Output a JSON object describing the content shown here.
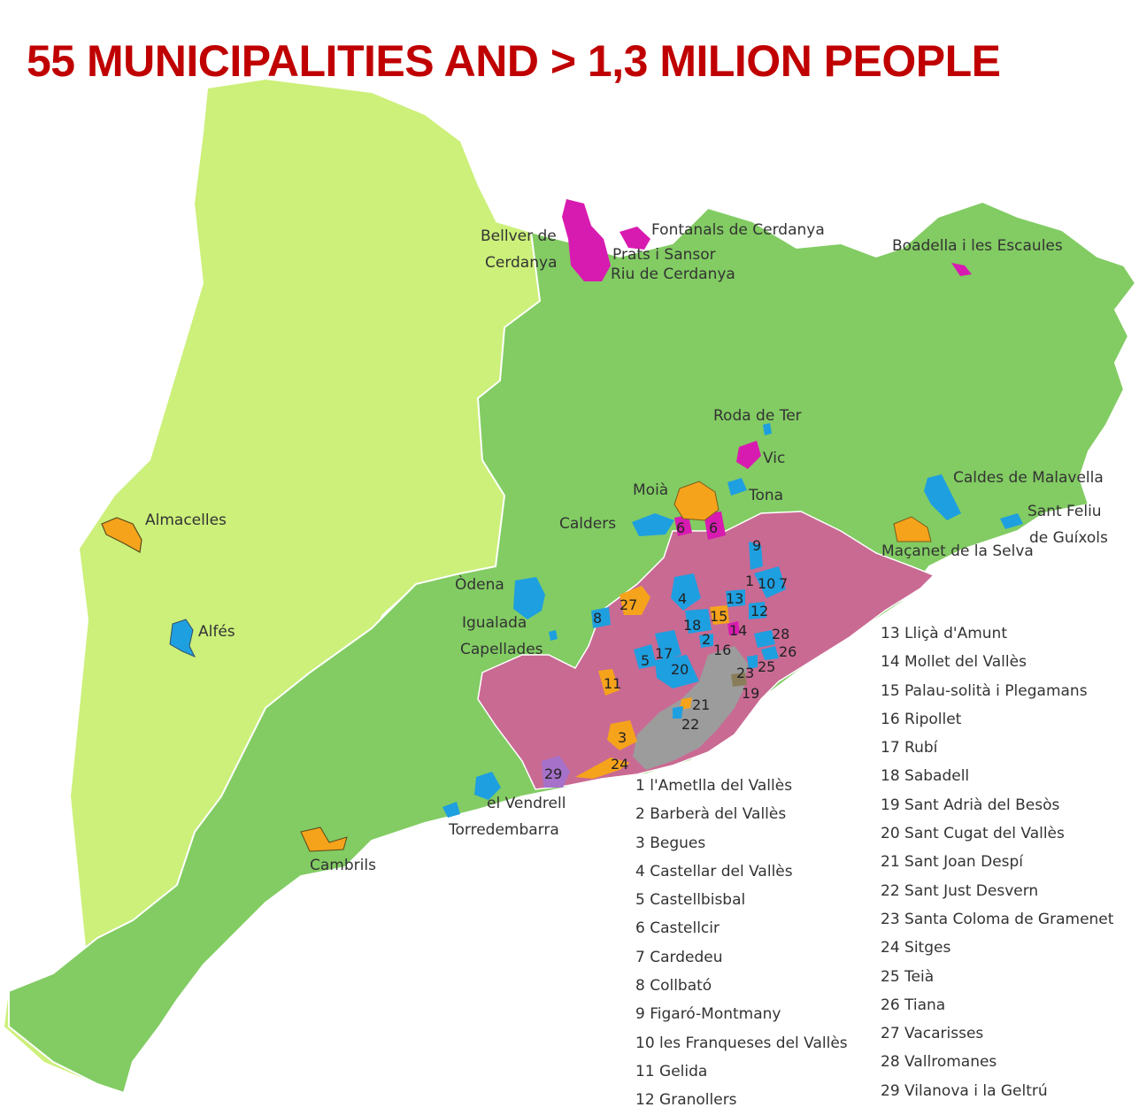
{
  "title": "55 MUNICIPALITIES AND > 1,3 MILION PEOPLE",
  "colors": {
    "title": "#c00000",
    "western_region": "#ccf07a",
    "eastern_region": "#82cc63",
    "metropolitan_area": "#c96a93",
    "barcelona_core": "#9c9c9c",
    "municipality_blue": "#1e9fe0",
    "municipality_orange": "#f6a31c",
    "municipality_magenta": "#d81bb0",
    "municipality_purple": "#a671c9",
    "municipality_brown": "#8a7d5a"
  },
  "places": {
    "bellver_1": "Bellver de",
    "bellver_2": "Cerdanya",
    "fontanals": "Fontanals de Cerdanya",
    "prats": "Prats i Sansor",
    "riu": "Riu de Cerdanya",
    "boadella": "Boadella i les Escaules",
    "roda": "Roda de Ter",
    "vic": "Vic",
    "tona": "Tona",
    "moia": "Moià",
    "calders": "Calders",
    "caldes": "Caldes de Malavella",
    "sant_feliu_1": "Sant Feliu",
    "sant_feliu_2": "de Guíxols",
    "macanet": "Maçanet de la Selva",
    "almacelles": "Almacelles",
    "alfes": "Alfés",
    "odena": "Òdena",
    "igualada": "Igualada",
    "capellades": "Capellades",
    "vendrell": "el Vendrell",
    "torredembarra": "Torredembarra",
    "cambrils": "Cambrils"
  },
  "map_numbers": {
    "n6a": "6",
    "n6b": "6",
    "n9": "9",
    "n1": "1",
    "n10": "10",
    "n7": "7",
    "n27": "27",
    "n4": "4",
    "n13": "13",
    "n12": "12",
    "n8": "8",
    "n15": "15",
    "n18": "18",
    "n14": "14",
    "n28": "28",
    "n2": "2",
    "n16": "16",
    "n26": "26",
    "n17": "17",
    "n5": "5",
    "n25": "25",
    "n20": "20",
    "n23": "23",
    "n11": "11",
    "n19": "19",
    "n21": "21",
    "n22": "22",
    "n3": "3",
    "n24": "24",
    "n29": "29"
  },
  "legend": [
    "1 l'Ametlla del Vallès",
    "2 Barberà del Vallès",
    "3 Begues",
    "4 Castellar del Vallès",
    "5 Castellbisbal",
    "6 Castellcir",
    "7 Cardedeu",
    "8 Collbató",
    "9 Figaró-Montmany",
    "10 les Franqueses del Vallès",
    "11 Gelida",
    "12 Granollers",
    "13 Lliçà d'Amunt",
    "14 Mollet del Vallès",
    "15 Palau-solità i Plegamans",
    "16 Ripollet",
    "17 Rubí",
    "18 Sabadell",
    "19 Sant Adrià del Besòs",
    "20 Sant Cugat del Vallès",
    "21 Sant Joan Despí",
    "22 Sant Just Desvern",
    "23 Santa Coloma de Gramenet",
    "24 Sitges",
    "25 Teià",
    "26 Tiana",
    "27 Vacarisses",
    "28 Vallromanes",
    "29 Vilanova i la Geltrú"
  ]
}
